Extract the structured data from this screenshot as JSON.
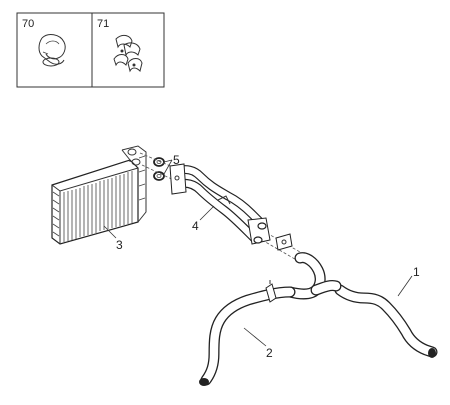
{
  "inset": {
    "cells": [
      {
        "id": "70",
        "label": "70"
      },
      {
        "id": "71",
        "label": "71"
      }
    ]
  },
  "callouts": [
    {
      "id": "1",
      "label": "1"
    },
    {
      "id": "2",
      "label": "2"
    },
    {
      "id": "3",
      "label": "3"
    },
    {
      "id": "4",
      "label": "4"
    },
    {
      "id": "5",
      "label": "5"
    }
  ],
  "icons": {
    "clip-70": "hose-clip-icon",
    "clip-71": "clamp-set-icon"
  },
  "colors": {
    "ink": "#222222",
    "paper": "#ffffff"
  }
}
